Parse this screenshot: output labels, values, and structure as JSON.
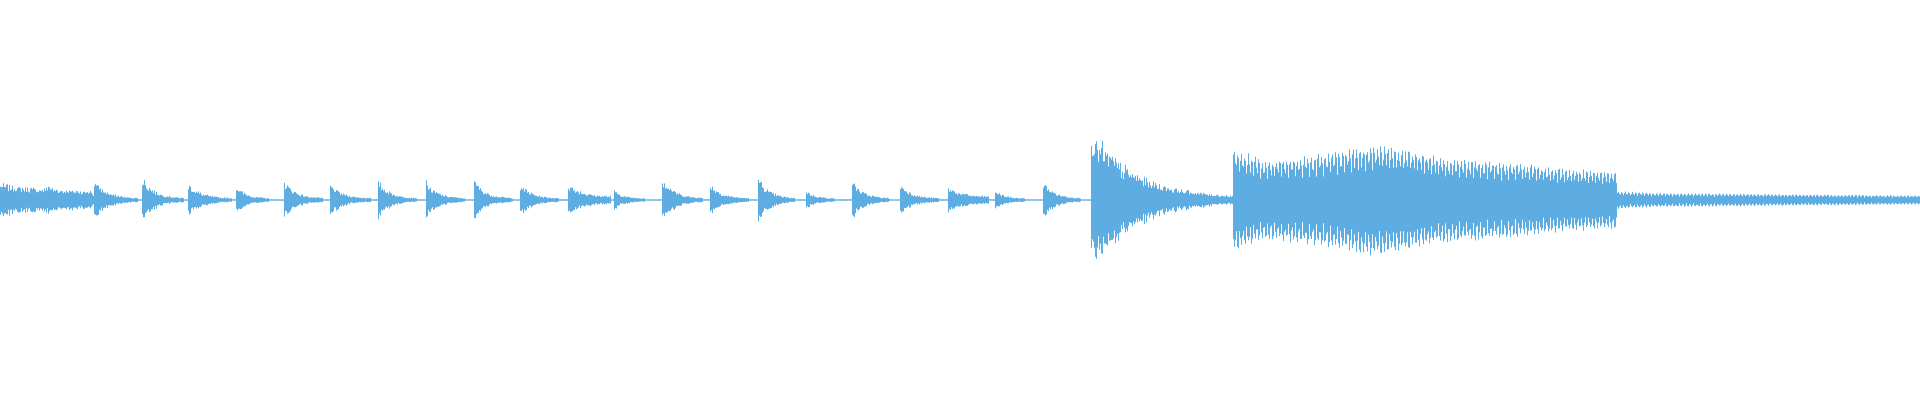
{
  "waveform": {
    "color": "#5dade2",
    "background": "#ffffff",
    "segments": [
      {
        "type": "pluck",
        "t0": 0.0,
        "t1": 0.048,
        "peak": 0.1,
        "tail": 0.05,
        "decay": 2.0
      },
      {
        "type": "pluck",
        "t0": 0.024,
        "t1": 0.05,
        "peak": 0.09,
        "tail": 0.03,
        "decay": 3.0
      },
      {
        "type": "pluck",
        "t0": 0.049,
        "t1": 0.072,
        "peak": 0.12,
        "tail": 0.01,
        "decay": 3.5
      },
      {
        "type": "pluck",
        "t0": 0.074,
        "t1": 0.096,
        "peak": 0.14,
        "tail": 0.01,
        "decay": 3.5
      },
      {
        "type": "pluck",
        "t0": 0.098,
        "t1": 0.121,
        "peak": 0.1,
        "tail": 0.01,
        "decay": 3.5
      },
      {
        "type": "pluck",
        "t0": 0.123,
        "t1": 0.14,
        "peak": 0.09,
        "tail": 0.01,
        "decay": 3.5
      },
      {
        "type": "pluck",
        "t0": 0.148,
        "t1": 0.168,
        "peak": 0.12,
        "tail": 0.01,
        "decay": 3.5
      },
      {
        "type": "pluck",
        "t0": 0.172,
        "t1": 0.193,
        "peak": 0.1,
        "tail": 0.01,
        "decay": 3.5
      },
      {
        "type": "pluck",
        "t0": 0.197,
        "t1": 0.217,
        "peak": 0.12,
        "tail": 0.01,
        "decay": 3.5
      },
      {
        "type": "pluck",
        "t0": 0.222,
        "t1": 0.242,
        "peak": 0.11,
        "tail": 0.01,
        "decay": 3.5
      },
      {
        "type": "pluck",
        "t0": 0.247,
        "t1": 0.267,
        "peak": 0.12,
        "tail": 0.01,
        "decay": 3.5
      },
      {
        "type": "pluck",
        "t0": 0.271,
        "t1": 0.291,
        "peak": 0.1,
        "tail": 0.01,
        "decay": 3.5
      },
      {
        "type": "pluck",
        "t0": 0.296,
        "t1": 0.318,
        "peak": 0.1,
        "tail": 0.02,
        "decay": 3.0
      },
      {
        "type": "pluck",
        "t0": 0.32,
        "t1": 0.336,
        "peak": 0.06,
        "tail": 0.01,
        "decay": 3.5
      },
      {
        "type": "pluck",
        "t0": 0.345,
        "t1": 0.366,
        "peak": 0.14,
        "tail": 0.01,
        "decay": 3.5
      },
      {
        "type": "pluck",
        "t0": 0.37,
        "t1": 0.39,
        "peak": 0.1,
        "tail": 0.01,
        "decay": 3.5
      },
      {
        "type": "pluck",
        "t0": 0.395,
        "t1": 0.414,
        "peak": 0.14,
        "tail": 0.01,
        "decay": 3.5
      },
      {
        "type": "pluck",
        "t0": 0.42,
        "t1": 0.435,
        "peak": 0.06,
        "tail": 0.01,
        "decay": 3.5
      },
      {
        "type": "pluck",
        "t0": 0.444,
        "t1": 0.463,
        "peak": 0.12,
        "tail": 0.01,
        "decay": 3.5
      },
      {
        "type": "pluck",
        "t0": 0.469,
        "t1": 0.489,
        "peak": 0.1,
        "tail": 0.01,
        "decay": 3.5
      },
      {
        "type": "pluck",
        "t0": 0.494,
        "t1": 0.515,
        "peak": 0.08,
        "tail": 0.02,
        "decay": 3.0
      },
      {
        "type": "pluck",
        "t0": 0.518,
        "t1": 0.534,
        "peak": 0.06,
        "tail": 0.01,
        "decay": 3.5
      },
      {
        "type": "pluck",
        "t0": 0.543,
        "t1": 0.563,
        "peak": 0.12,
        "tail": 0.01,
        "decay": 3.5
      },
      {
        "type": "hit",
        "t0": 0.568,
        "t1": 0.642,
        "peak": 0.42,
        "tail": 0.01,
        "decay": 3.2
      },
      {
        "type": "sustain",
        "t0": 0.642,
        "t1": 0.842,
        "envelope": [
          [
            0.0,
            0.3
          ],
          [
            0.08,
            0.22
          ],
          [
            0.22,
            0.26
          ],
          [
            0.38,
            0.32
          ],
          [
            0.55,
            0.24
          ],
          [
            0.7,
            0.22
          ],
          [
            0.85,
            0.18
          ],
          [
            1.0,
            0.16
          ]
        ]
      },
      {
        "type": "sustain",
        "t0": 0.842,
        "t1": 1.0,
        "envelope": [
          [
            0.0,
            0.05
          ],
          [
            0.12,
            0.04
          ],
          [
            0.4,
            0.035
          ],
          [
            0.7,
            0.03
          ],
          [
            1.0,
            0.025
          ]
        ]
      }
    ]
  }
}
